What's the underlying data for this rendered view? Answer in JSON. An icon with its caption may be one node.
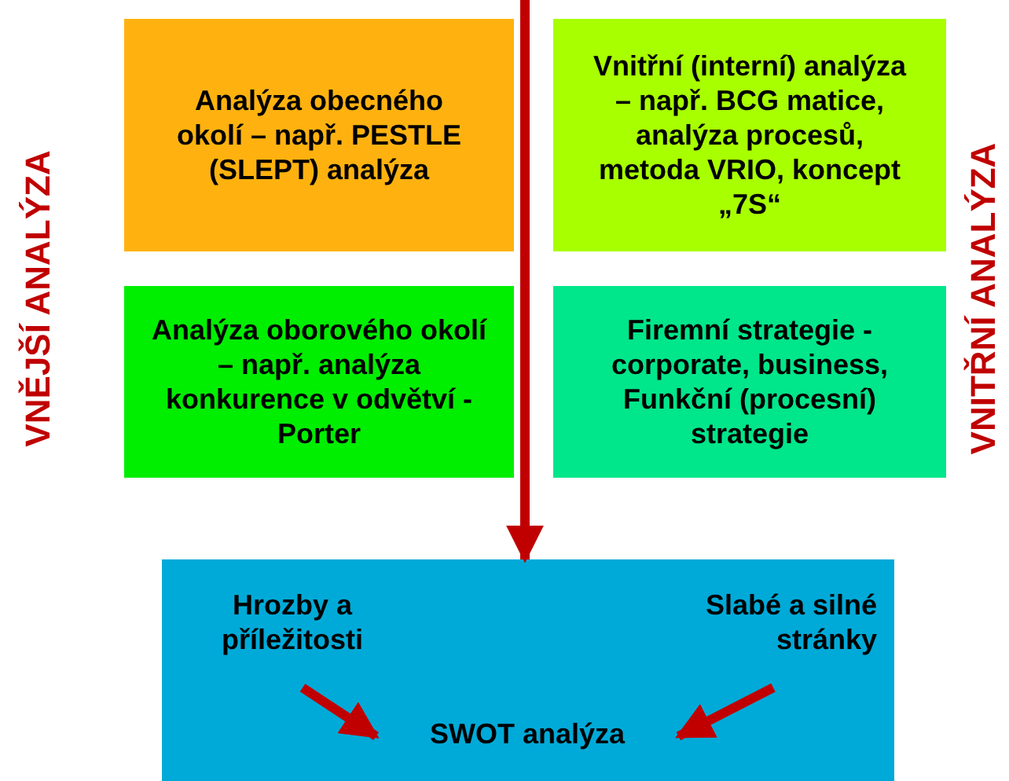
{
  "diagram": {
    "nodes": [
      {
        "text": [
          "Analýza obecného okolí – např. PESTLE (SLEPT) analýza"
        ]
      },
      {
        "text": [
          "Vnitřní (interní) analýza – např. BCG matice, analýza procesů, metoda VRIO, koncept „7S“"
        ]
      },
      {
        "text": [
          "Analýza oborového okolí – např. analýza konkurence v odvětví - Porter"
        ]
      },
      {
        "text": [
          "Firemní strategie - corporate, business, Funkční (procesní) strategie"
        ]
      },
      {
        "text": [],
        "shape": "box"
      },
      {
        "text": [
          "Hrozby a příležitosti"
        ],
        "in": 4
      },
      {
        "text": [
          "Slabé a silné stránky"
        ],
        "in": 4
      },
      {
        "text": [
          "SWOT analýza"
        ],
        "in": 4
      }
    ],
    "edges": [
      {
        "from": null,
        "to": 4,
        "arrow": "to"
      },
      {
        "from": 5,
        "to": 7,
        "arrow": "to"
      },
      {
        "from": 6,
        "to": 7,
        "arrow": "to"
      }
    ],
    "labels": [
      "VNĚJŠÍ ANALÝZA",
      "VNITŘNÍ ANALÝZA"
    ]
  }
}
